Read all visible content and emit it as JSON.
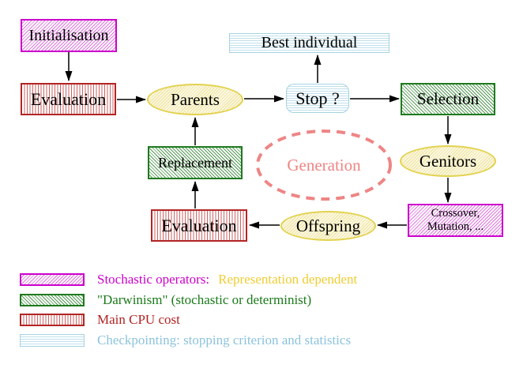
{
  "diagram": {
    "type": "flowchart",
    "nodes": {
      "initialisation": "Initialisation",
      "evaluation_top": "Evaluation",
      "parents": "Parents",
      "best_individual": "Best individual",
      "stop": "Stop ?",
      "selection": "Selection",
      "genitors": "Genitors",
      "crossover_line1": "Crossover,",
      "crossover_line2": "Mutation, ...",
      "offspring": "Offspring",
      "evaluation_bottom": "Evaluation",
      "replacement": "Replacement",
      "generation": "Generation"
    },
    "edges": [
      "Initialisation -> Evaluation",
      "Evaluation -> Parents",
      "Parents -> Stop ?",
      "Stop ? -> Best individual",
      "Stop ? -> Selection",
      "Selection -> Genitors",
      "Genitors -> Crossover, Mutation, ...",
      "Crossover, Mutation, ... -> Offspring",
      "Offspring -> Evaluation",
      "Evaluation -> Replacement",
      "Replacement -> Parents"
    ],
    "legend": {
      "rows": [
        {
          "swatch": "magenta-diagonal-hatch-swatch",
          "parts": [
            {
              "text": "Stochastic operators:",
              "color": "#cc00cc"
            },
            {
              "text": "Representation dependent",
              "color": "#f0cc33"
            }
          ]
        },
        {
          "swatch": "green-diagonal-hatch-swatch",
          "parts": [
            {
              "text": "\"Darwinism\" (stochastic or determinist)",
              "color": "#1a7a1a"
            }
          ]
        },
        {
          "swatch": "red-vertical-stripe-swatch",
          "parts": [
            {
              "text": "Main CPU cost",
              "color": "#b32222"
            }
          ]
        },
        {
          "swatch": "cyan-horizontal-stripe-swatch",
          "parts": [
            {
              "text": "Checkpointing: stopping criterion and statistics",
              "color": "#8cc3dd"
            }
          ]
        }
      ]
    },
    "colors": {
      "magenta_border": "#cc00cc",
      "magenta_hatch": "#e073e0",
      "green_border": "#1e7a1e",
      "green_hatch": "#559a55",
      "red_border": "#b32424",
      "red_stripe": "#cc6363",
      "cyan_border": "#a5d2e2",
      "cyan_stripe": "#bfdfec",
      "yellow_border": "#e2d24e",
      "yellow_hatch": "#eee29b",
      "generation_dash": "#ee8585",
      "arrow": "#000000",
      "background": "#ffffff"
    }
  }
}
